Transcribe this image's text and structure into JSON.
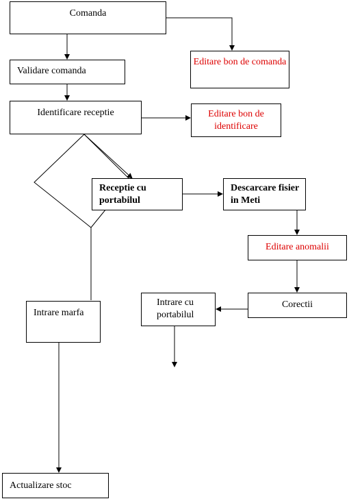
{
  "colors": {
    "line": "#000000",
    "print_action": "#dd0000"
  },
  "nodes": {
    "comanda": "Comanda",
    "validare_comanda": "Validare comanda",
    "editare_bon_comanda": "Editare bon de comanda",
    "identificare_receptie": "Identificare receptie",
    "editare_bon_identificare": "Editare bon de identificare",
    "receptie_portabil": "Receptie cu portabilul",
    "descarcare_fisier": "Descarcare fisier in Meti",
    "editare_anomalii": "Editare anomalii",
    "corectii": "Corectii",
    "intrare_portabil": "Intrare cu portabilul",
    "intrare_marfa": "Intrare marfa",
    "actualizare_stoc": "Actualizare stoc"
  }
}
